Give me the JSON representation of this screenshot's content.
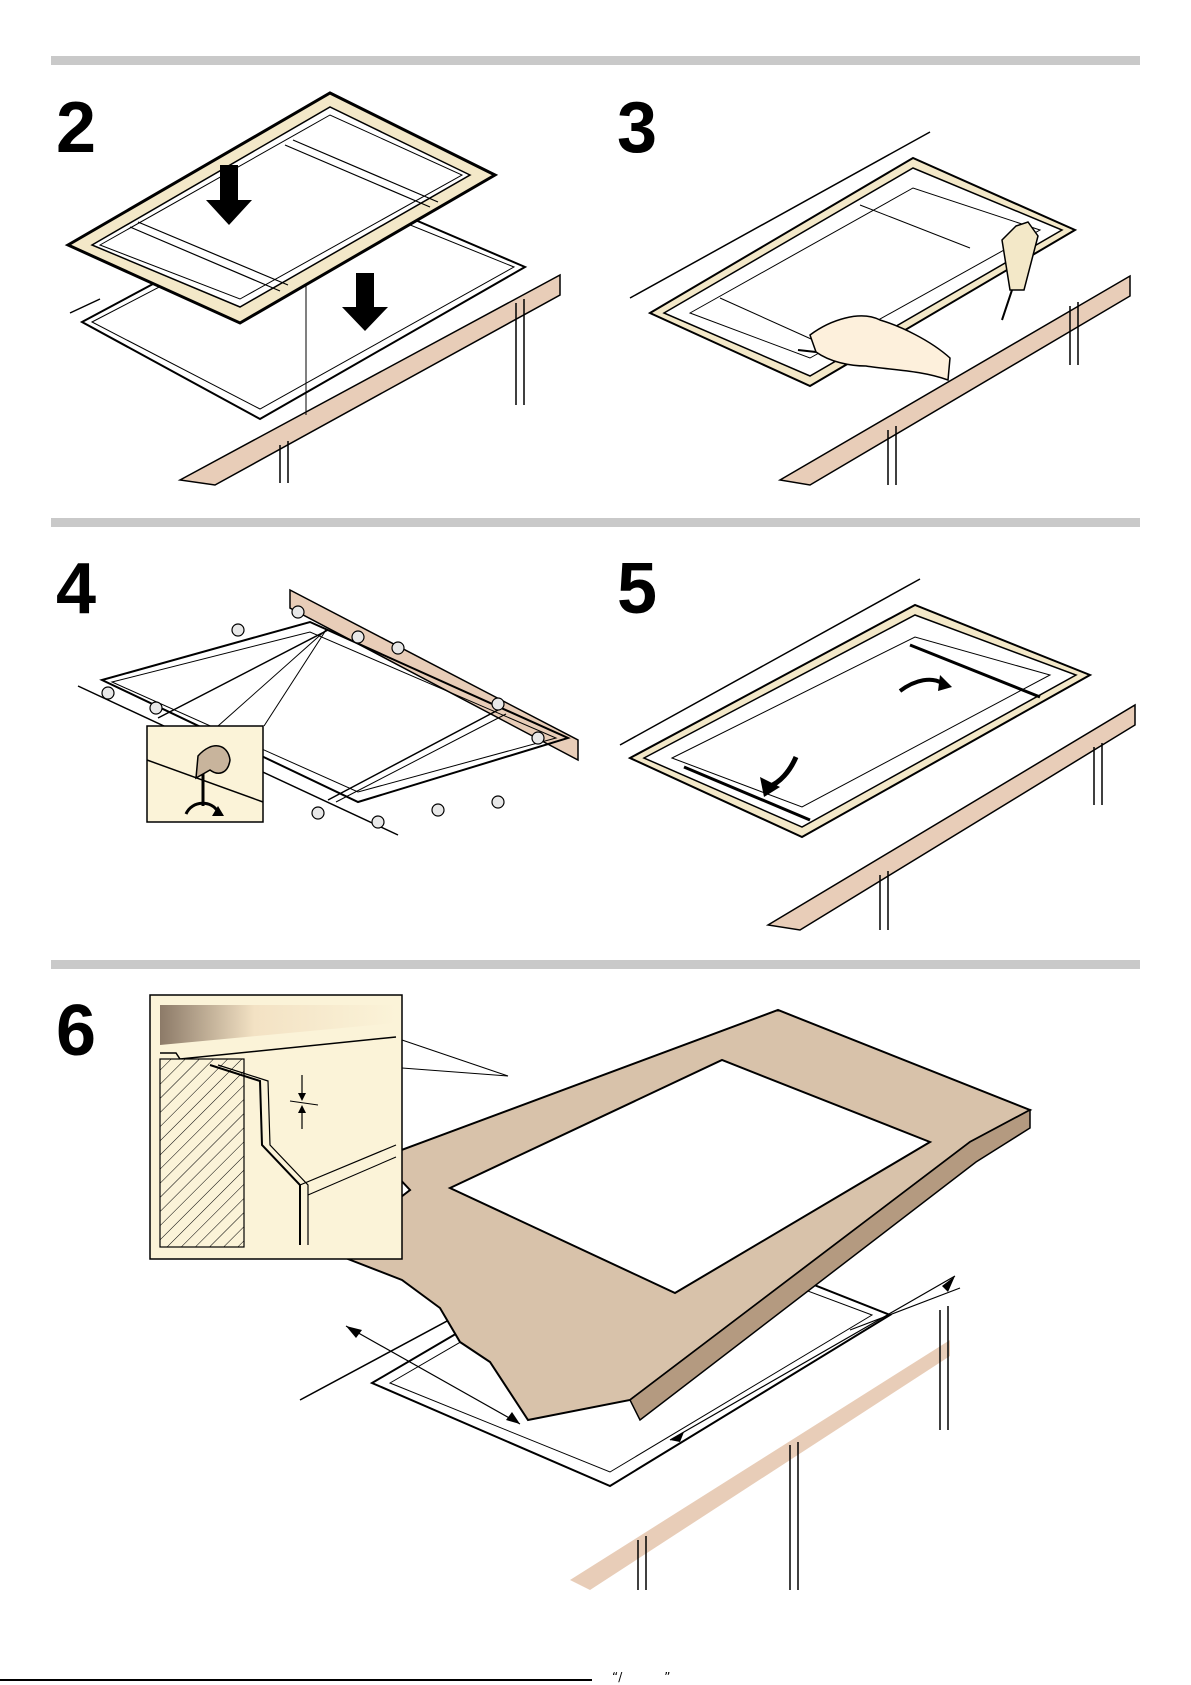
{
  "steps": [
    {
      "number": "2"
    },
    {
      "number": "3"
    },
    {
      "number": "4"
    },
    {
      "number": "5"
    },
    {
      "number": "6"
    }
  ],
  "footer": {
    "mark": "“/           ”"
  },
  "colors": {
    "rule": "#c9c9c9",
    "countertop_edge": "#e8cdb8",
    "frame_fill": "#f3e8c8",
    "inset_bg": "#fbf3d8",
    "countertop_top": "#d8c2aa",
    "countertop_side": "#b49a80",
    "line": "#000000"
  },
  "icons": [
    "down-arrow-icon",
    "curved-arrow-icon",
    "sealant-tube-icon",
    "hand-icon",
    "clamp-bracket-icon",
    "dimension-arrow-icon"
  ]
}
